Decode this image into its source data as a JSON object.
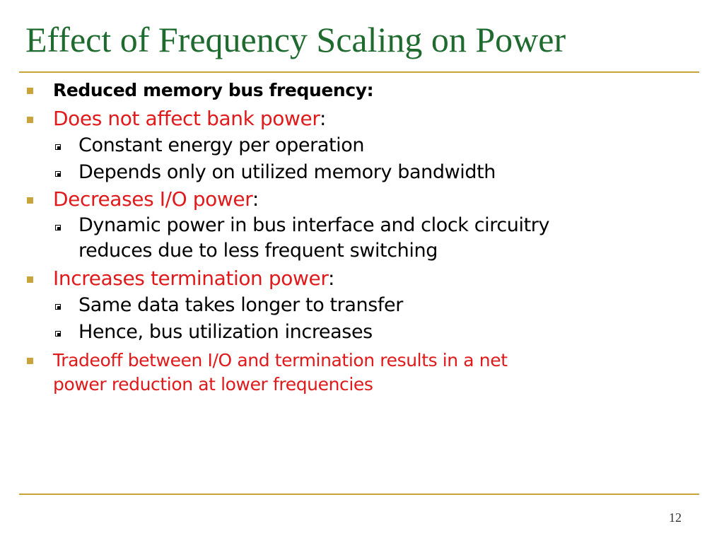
{
  "slide": {
    "title": "Effect of Frequency Scaling on Power",
    "page_number": "12",
    "colors": {
      "title": "#1f6b2f",
      "rule": "#c9a43a",
      "bullet": "#c9a43a",
      "emphasis": "#e0191b",
      "text": "#000000"
    },
    "bullets": [
      {
        "text": "Reduced memory bus frequency:"
      },
      {
        "text": "Does not affect bank power",
        "suffix": ":"
      },
      {
        "text": "Constant energy per operation"
      },
      {
        "text": "Depends only on utilized memory bandwidth"
      },
      {
        "text": "Decreases I/O power",
        "suffix": ":"
      },
      {
        "line1": "Dynamic power in bus interface and clock circuitry",
        "line2": "reduces due to less frequent switching"
      },
      {
        "text": "Increases termination power",
        "suffix": ":"
      },
      {
        "text": "Same data takes longer to transfer"
      },
      {
        "text": "Hence, bus utilization increases"
      },
      {
        "line1": "Tradeoff between I/O and termination results in a net",
        "line2": "power reduction at lower frequencies"
      }
    ],
    "icons": {
      "level1": "filled-square-bullet-icon",
      "level2": "hollow-square-bullet-icon"
    }
  }
}
